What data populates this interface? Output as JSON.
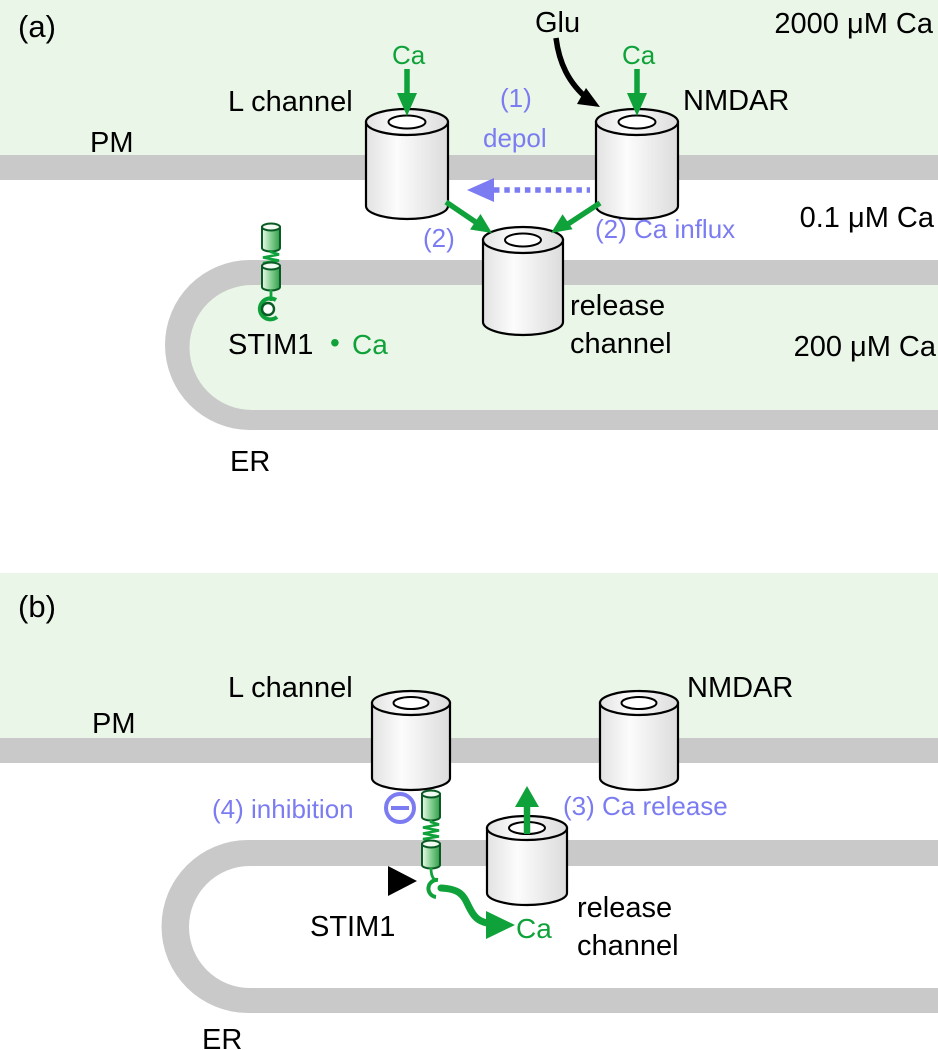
{
  "figure": {
    "description": "Two-panel schematic of store-operated calcium signaling at the plasma membrane and endoplasmic reticulum"
  },
  "palette": {
    "background_green": "#eaf6e7",
    "membrane_gray": "#c9c9c9",
    "lumen_white": "#ffffff",
    "accent_green": "#10a23a",
    "accent_purple": "#7c7cf2",
    "outline_black": "#000000",
    "cylinder_light": "#f6f6f6",
    "stim_green": "#3fa855"
  },
  "panel_a": {
    "label": "(a)",
    "pm_label": "PM",
    "er_label": "ER",
    "l_channel_label": "L channel",
    "nmdar_label": "NMDAR",
    "glu_label": "Glu",
    "ca_over_l_channel": "Ca",
    "ca_over_nmdar": "Ca",
    "extracellular_ca": "2000 μM Ca",
    "cytosol_ca": "0.1 μM Ca",
    "er_ca": "200 μM Ca",
    "step1_number": "(1)",
    "step1_word": "depol",
    "step2_left": "(2)",
    "step2_right": "(2) Ca influx",
    "release_channel_line1": "release",
    "release_channel_line2": "channel",
    "stim1_label": "STIM1",
    "stim1_bullet": "•",
    "stim1_ca": "Ca"
  },
  "panel_b": {
    "label": "(b)",
    "pm_label": "PM",
    "er_label": "ER",
    "l_channel_label": "L channel",
    "nmdar_label": "NMDAR",
    "step3_label": "(3) Ca release",
    "step4_label": "(4) inhibition",
    "stim1_label": "STIM1",
    "ca_release_ion": "Ca",
    "release_channel_line1": "release",
    "release_channel_line2": "channel"
  }
}
